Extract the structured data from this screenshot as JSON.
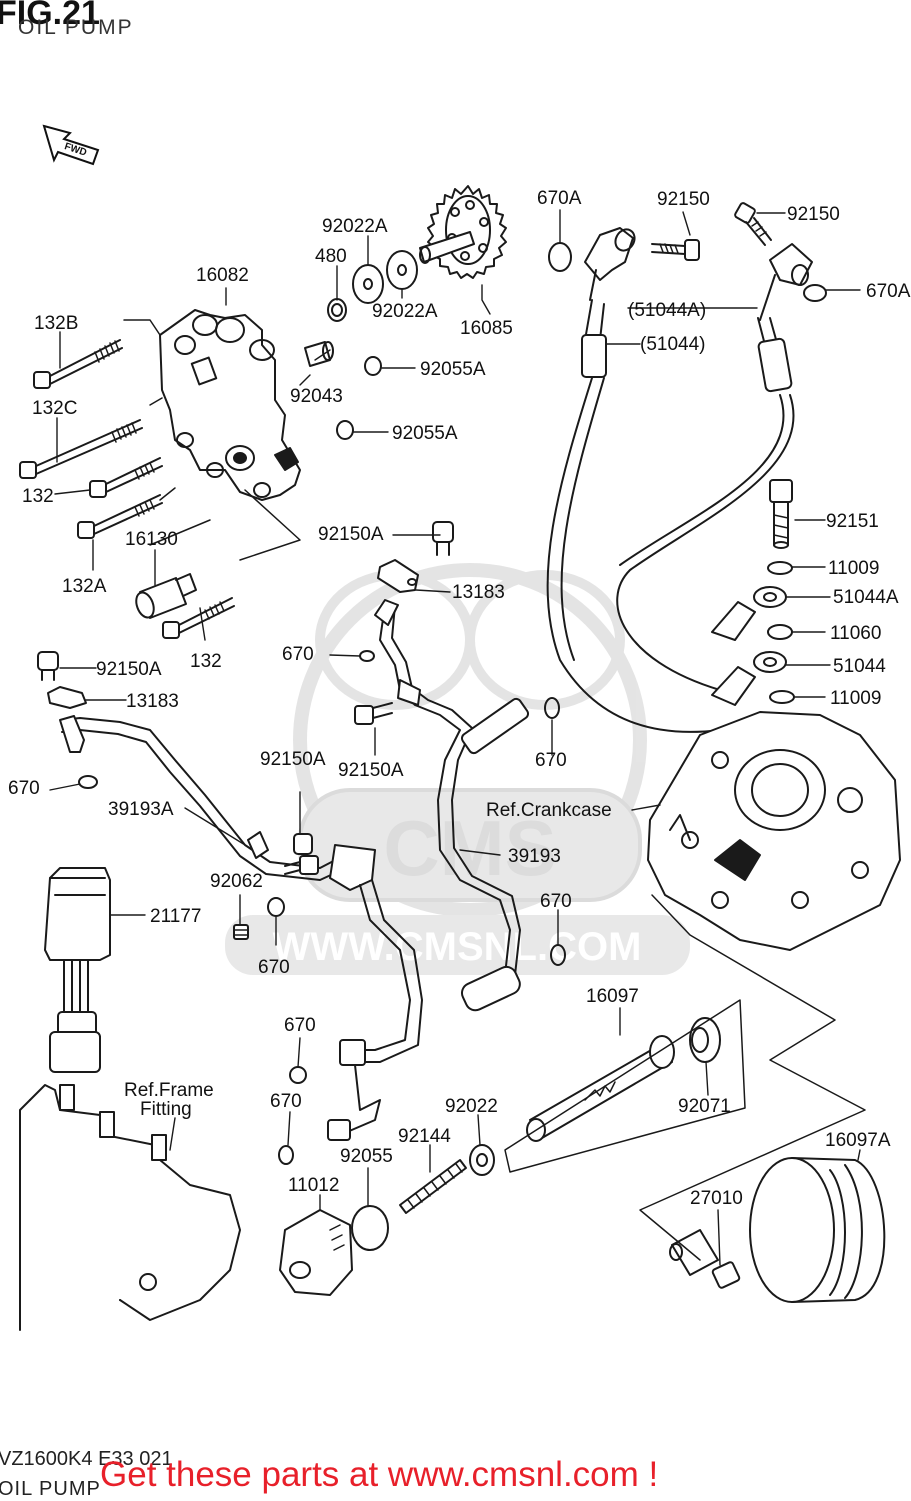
{
  "figure": {
    "title": "FIG.21",
    "subtitle": "OIL PUMP",
    "fwd_label": "FWD",
    "code": "VZ1600K4 E33 021",
    "footer_subtitle": "OIL PUMP"
  },
  "watermark": {
    "brand": "CMS",
    "site": "WWW.CMSNL.COM"
  },
  "cta": {
    "text": "Get these parts at www.cmsnl.com !"
  },
  "callouts": [
    "16082",
    "480",
    "92022A",
    "92022A",
    "16085",
    "132B",
    "92043",
    "92055A",
    "132C",
    "92055A",
    "132",
    "16130",
    "132A",
    "132",
    "670A",
    "92150",
    "92150",
    "670A",
    "(51044A)",
    "(51044)",
    "92151",
    "11009",
    "51044A",
    "11060",
    "51044",
    "11009",
    "92150A",
    "13183",
    "670",
    "92150A",
    "13183",
    "670",
    "92150A",
    "92150A",
    "670",
    "39193A",
    "Ref.Crankcase",
    "39193",
    "92062",
    "21177",
    "670",
    "670",
    "16097",
    "670",
    "Ref.Frame",
    "Fitting",
    "670",
    "92022",
    "92071",
    "92144",
    "92055",
    "16097A",
    "11012",
    "27010"
  ],
  "colors": {
    "line": "#1a1a1a",
    "watermark": "#dcdcdc",
    "cta": "#e8202a"
  }
}
